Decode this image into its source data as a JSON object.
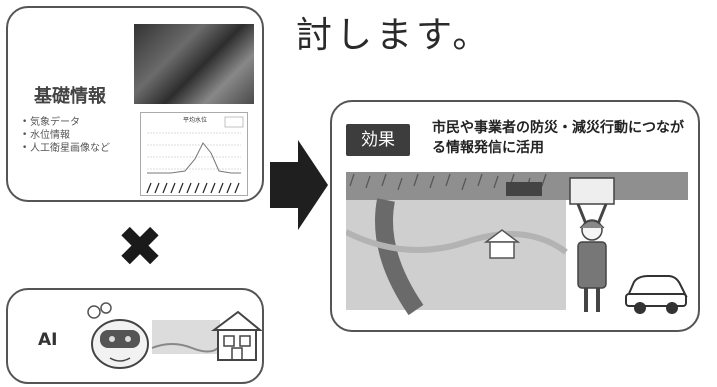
{
  "heading": "討します。",
  "info_box": {
    "title": "基礎情報",
    "items": [
      "気象データ",
      "水位情報",
      "人工衛星画像など"
    ],
    "chart_title": "平均水位"
  },
  "operator": "✖",
  "ai_box": {
    "label": "AI"
  },
  "effect_box": {
    "badge": "効果",
    "text": "市民や事業者の防災・減災行動につながる情報発信に活用"
  },
  "colors": {
    "dark": "#3d3d3d",
    "border": "#555555"
  }
}
